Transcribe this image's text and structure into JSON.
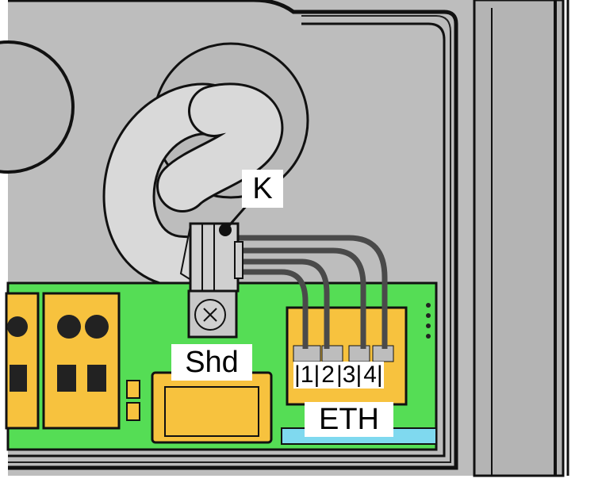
{
  "labels": {
    "clamp": "K",
    "shield": "Shd",
    "ethernet": "ETH"
  },
  "pins": [
    "|1|",
    "2",
    "|3|",
    "4|"
  ],
  "colors": {
    "housing": "#b4b4b4",
    "pcb": "#55dd55",
    "terminal": "#f7c23e",
    "cable": "#d9d9d9",
    "wire": "#4a4a4a"
  }
}
